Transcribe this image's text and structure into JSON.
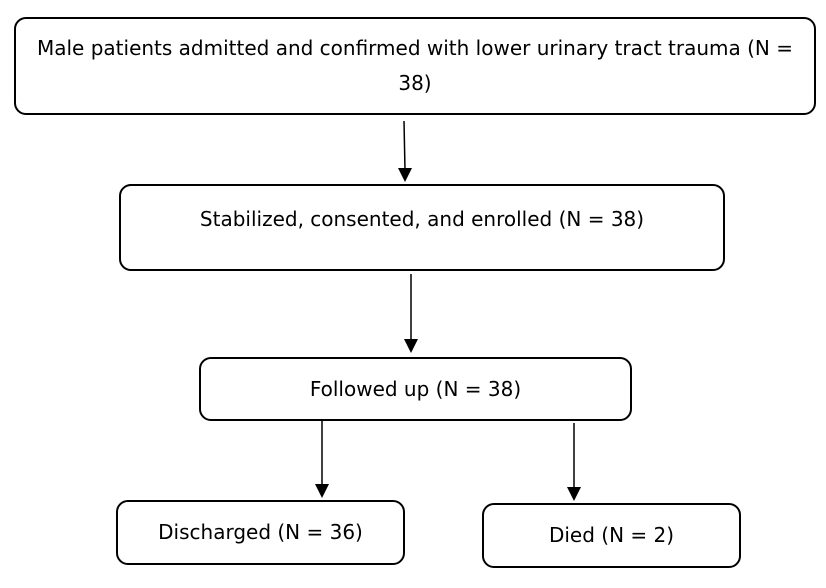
{
  "nodes": {
    "admitted": "Male patients admitted and confirmed with lower urinary tract trauma (N = 38)",
    "enrolled": "Stabilized, consented, and enrolled (N = 38)",
    "followed_up": "Followed up (N = 38)",
    "discharged": "Discharged (N = 36)",
    "died": "Died (N = 2)"
  },
  "edges": [
    {
      "from": "admitted",
      "to": "enrolled"
    },
    {
      "from": "enrolled",
      "to": "followed_up"
    },
    {
      "from": "followed_up",
      "to": "discharged"
    },
    {
      "from": "followed_up",
      "to": "died"
    }
  ]
}
